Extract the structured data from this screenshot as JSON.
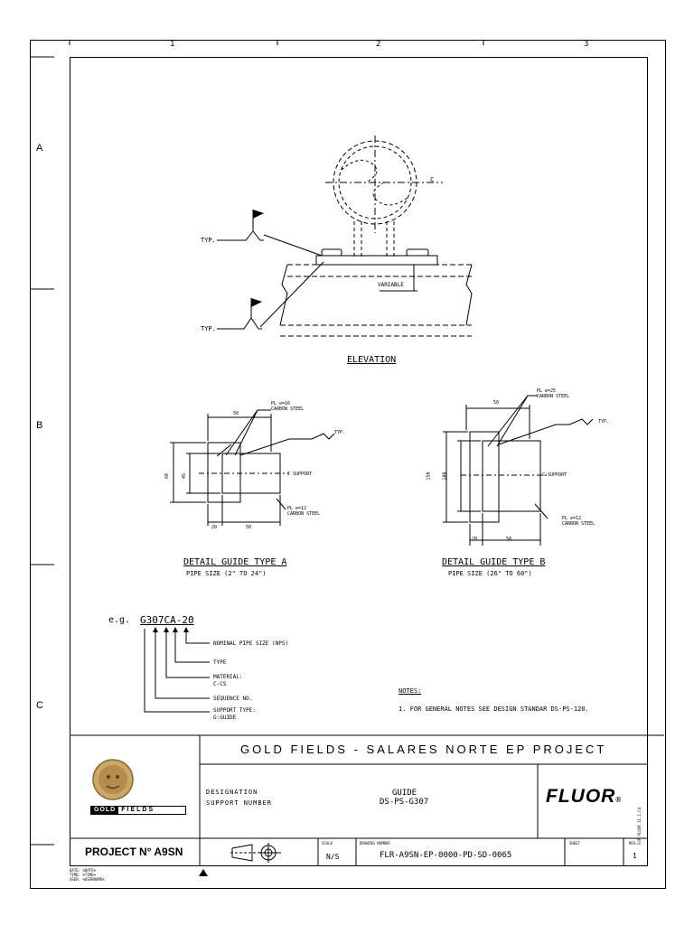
{
  "frame": {
    "columns": [
      "1",
      "2",
      "3"
    ],
    "rows": [
      "A",
      "B",
      "C"
    ]
  },
  "elevation": {
    "title": "ELEVATION",
    "typ_upper": "TYP.",
    "typ_lower": "TYP.",
    "variable": "VARIABLE",
    "centerline": "C"
  },
  "detail_a": {
    "title": "DETAIL GUIDE TYPE A",
    "subtitle": "PIPE SIZE (2\" TO 24\")",
    "plate_top": "PL e=16",
    "plate_top_mat": "CARBON STEEL",
    "plate_bot": "PL e=12",
    "plate_bot_mat": "CARBON STEEL",
    "typ": "TYP.",
    "support": "C SUPPORT",
    "dim_top": "50",
    "dim_bot_left": "20",
    "dim_bot_right": "50",
    "dim_outer": "60",
    "dim_inner": "45"
  },
  "detail_b": {
    "title": "DETAIL GUIDE TYPE B",
    "subtitle": "PIPE SIZE (26\" TO 60\")",
    "plate_top": "PL e=25",
    "plate_top_mat": "CARBON STEEL",
    "plate_bot": "PL e=12",
    "plate_bot_mat": "CARBON STEEL",
    "typ": "TYP.",
    "support": "C SUPPORT",
    "dim_top": "50",
    "dim_bot_left": "20",
    "dim_bot_right": "50",
    "dim_outer": "150",
    "dim_inner": "100"
  },
  "example": {
    "prefix": "e.g.",
    "code": "G307CA-20",
    "items": [
      "NOMINAL PIPE SIZE (NPS)",
      "TYPE",
      "MATERIAL:",
      "C-CS",
      "SEQUENCE NO.",
      "SUPPORT TYPE:",
      "G:GUIDE"
    ]
  },
  "notes": {
    "title": "NOTES:",
    "item1": "1. FOR GENERAL NOTES SEE DESIGN STANDAR DS-PS-120."
  },
  "title_block": {
    "project_title": "GOLD FIELDS - SALARES NORTE EP PROJECT",
    "designation_label": "DESIGNATION",
    "support_number_label": "SUPPORT NUMBER",
    "designation_value": "GUIDE",
    "support_number_value": "DS-PS-G307",
    "brand": "FLUOR",
    "brand_mark": "®",
    "logo_gold": "GOLD",
    "logo_fields": "FIELDS",
    "project_number": "PROJECT N° A9SN",
    "scale_label": "SCALE",
    "scale_value": "N/S",
    "drawing_label": "DRAWING NUMBER",
    "drawing_value": "FLR-A9SN-EP-0000-PD-SD-0065",
    "sheet_label": "SHEET",
    "rev_label": "REV.",
    "rev_value": "1",
    "side_code": "FOR FLUOR 11.1.C4",
    "date_line": "DATE: %DATE%",
    "time_line": "TIME: %TIME%",
    "user_line": "USER: %USERNAME%"
  }
}
